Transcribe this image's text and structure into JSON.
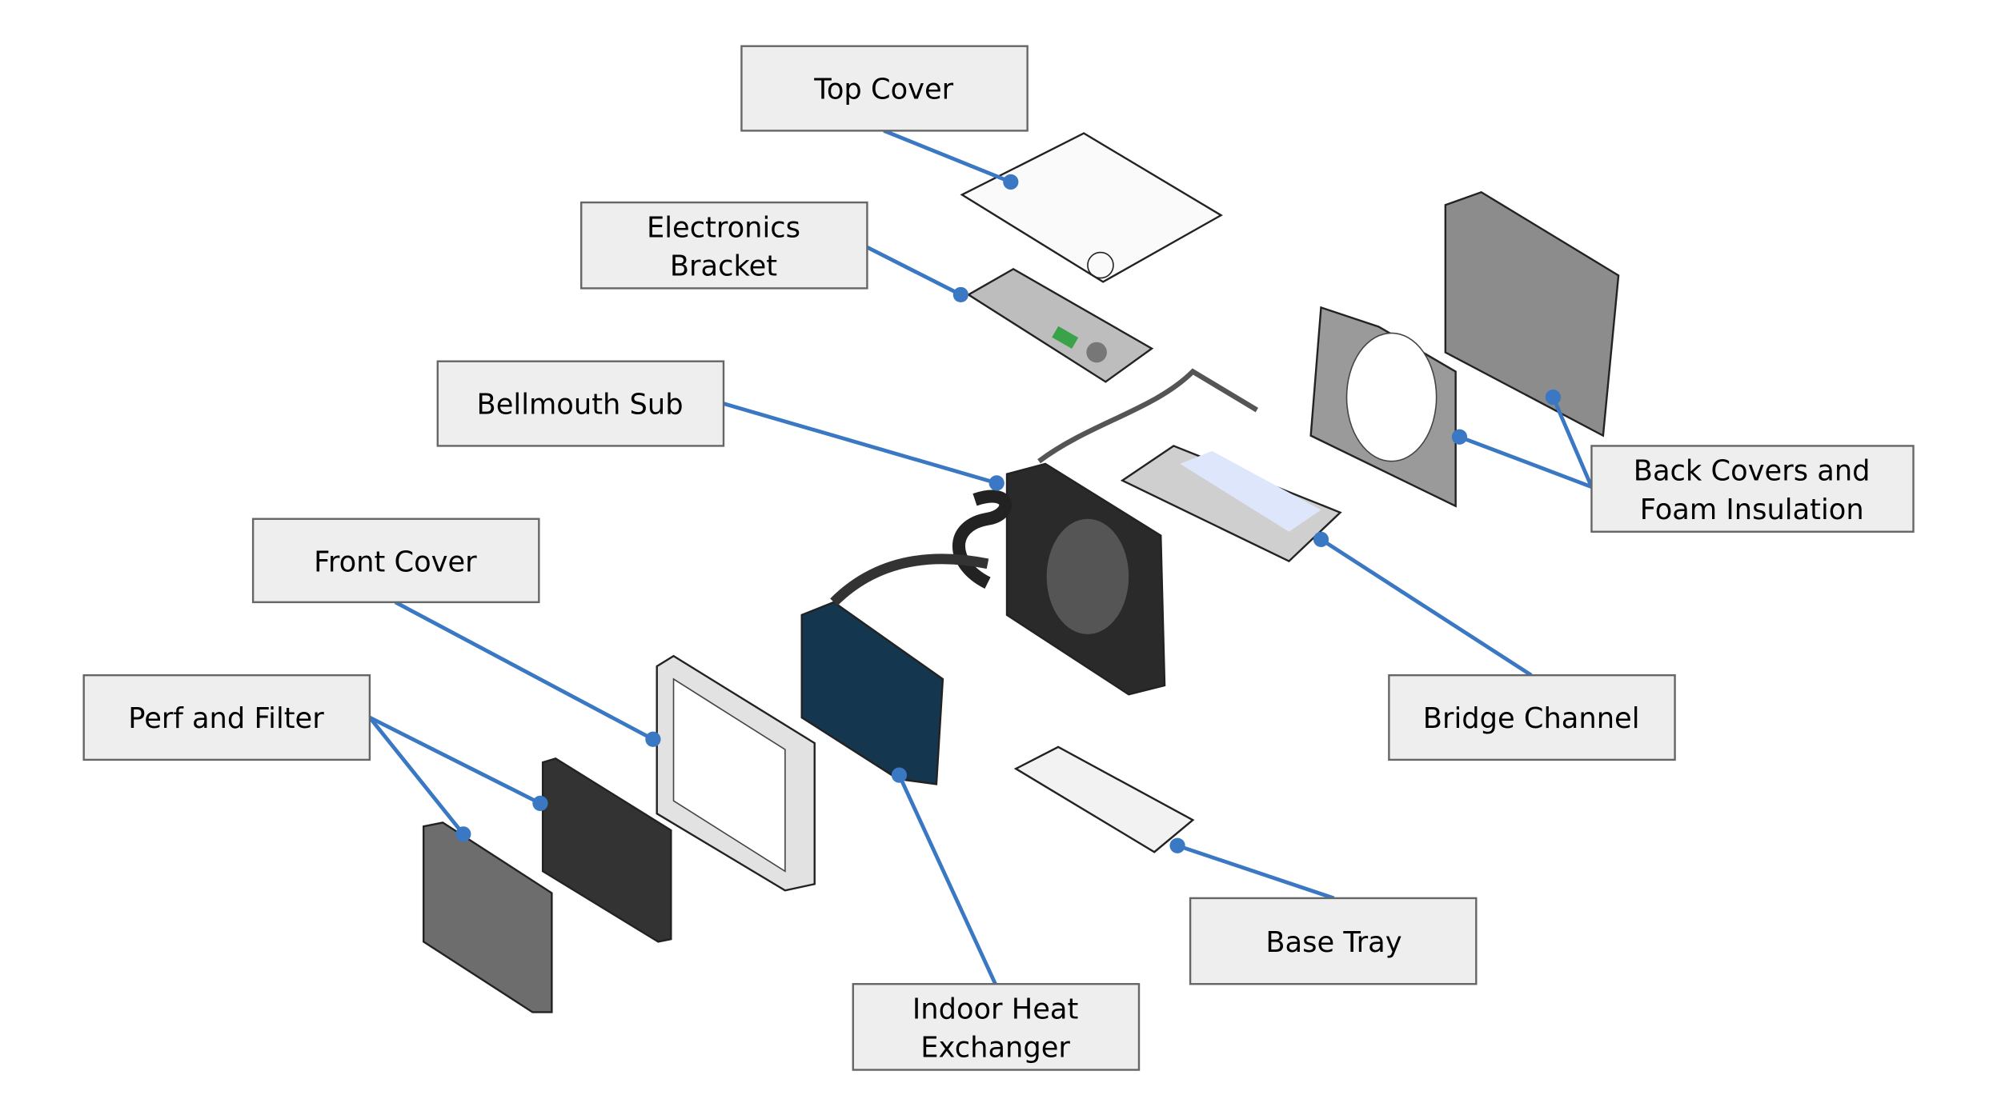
{
  "colors": {
    "leader": "#3a78c4",
    "label_fill": "#eeeeee",
    "label_border": "#666666",
    "heat_exchanger": "#15364f"
  },
  "labels": {
    "top_cover": [
      "Top Cover"
    ],
    "electronics_bracket": [
      "Electronics",
      "Bracket"
    ],
    "bellmouth_sub": [
      "Bellmouth Sub"
    ],
    "front_cover": [
      "Front Cover"
    ],
    "perf_and_filter": [
      "Perf and Filter"
    ],
    "indoor_heat_exchanger": [
      "Indoor Heat",
      "Exchanger"
    ],
    "base_tray": [
      "Base Tray"
    ],
    "bridge_channel": [
      "Bridge Channel"
    ],
    "back_covers": [
      "Back Covers and",
      "Foam Insulation"
    ]
  }
}
